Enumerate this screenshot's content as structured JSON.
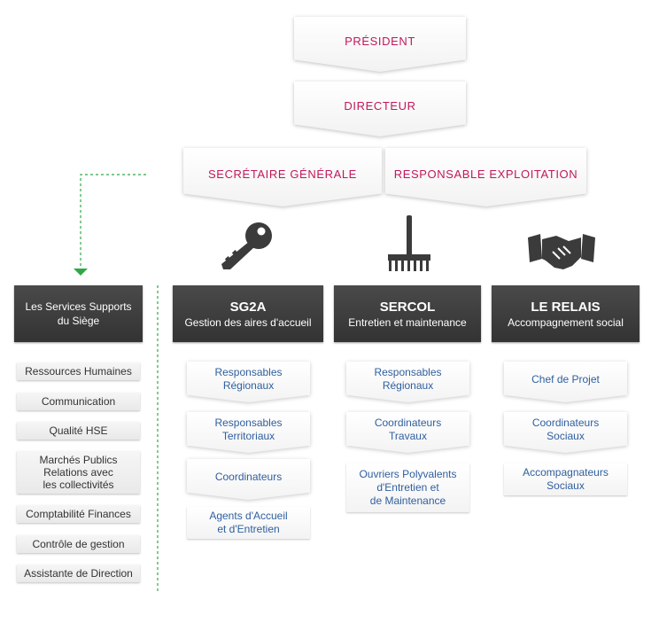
{
  "top": {
    "president": "PRÉSIDENT",
    "directeur": "DIRECTEUR",
    "secretaire": "SECRÉTAIRE GÉNÉRALE",
    "responsable": "RESPONSABLE EXPLOITATION"
  },
  "support": {
    "title": "Les Services Supports\ndu Siège",
    "items": [
      "Ressources Humaines",
      "Communication",
      "Qualité HSE",
      "Marchés Publics\nRelations avec\nles collectivités",
      "Comptabilité Finances",
      "Contrôle de gestion",
      "Assistante de Direction"
    ]
  },
  "columns": [
    {
      "title": "SG2A",
      "subtitle": "Gestion des aires d'accueil",
      "icon": "key-icon",
      "items": [
        "Responsables\nRégionaux",
        "Responsables\nTerritoriaux",
        "Coordinateurs",
        "Agents d'Accueil\net d'Entretien"
      ]
    },
    {
      "title": "SERCOL",
      "subtitle": "Entretien et maintenance",
      "icon": "rake-icon",
      "items": [
        "Responsables\nRégionaux",
        "Coordinateurs\nTravaux",
        "Ouvriers Polyvalents\nd'Entretien et\nde Maintenance"
      ]
    },
    {
      "title": "LE RELAIS",
      "subtitle": "Accompagnement social",
      "icon": "handshake-icon",
      "items": [
        "Chef de Projet",
        "Coordinateurs\nSociaux",
        "Accompagnateurs\nSociaux"
      ]
    }
  ],
  "colors": {
    "accent": "#c2185b",
    "link": "#2f5f9e",
    "dark": "#3d3d3d",
    "dotted": "#2fa84a"
  }
}
